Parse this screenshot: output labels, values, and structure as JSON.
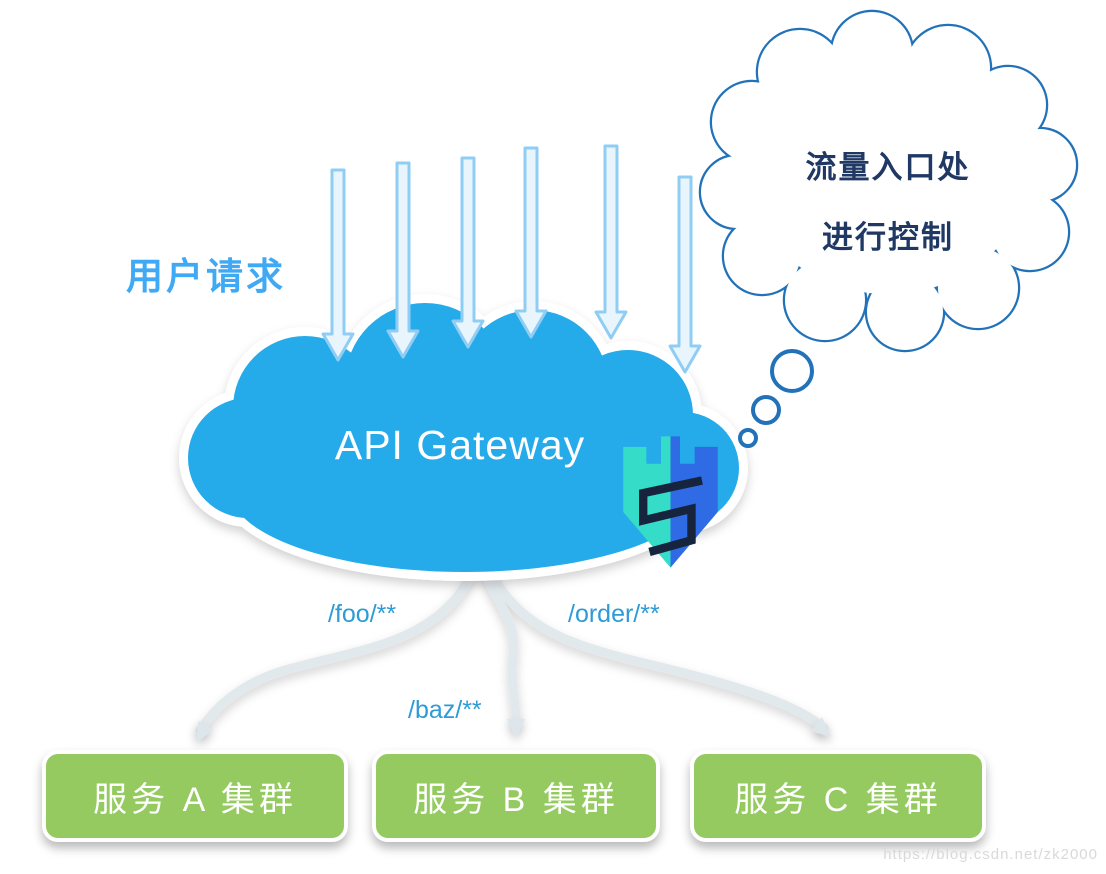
{
  "title": "API Gateway routing diagram",
  "labels": {
    "user_requests": "用户请求",
    "gateway": "API Gateway"
  },
  "thought_bubble": {
    "line1": "流量入口处",
    "line2": "进行控制"
  },
  "routes": [
    {
      "label": "/foo/**"
    },
    {
      "label": "/baz/**"
    },
    {
      "label": "/order/**"
    }
  ],
  "services": [
    {
      "label": "服务 A 集群"
    },
    {
      "label": "服务 B 集群"
    },
    {
      "label": "服务 C 集群"
    }
  ],
  "incoming_arrows_count": 6,
  "watermark": "https://blog.csdn.net/zk2000",
  "icons": {
    "gateway_logo": "spring-cloud-gateway-icon"
  },
  "colors": {
    "cloud_blue": "#25AAEA",
    "incoming_arrow_stroke": "#8FCDF4",
    "incoming_arrow_fill": "#E9F5FD",
    "user_requests_text": "#3FA9F5",
    "route_text": "#2E9BD6",
    "thought_outline": "#2272B9",
    "thought_text": "#1F3864",
    "service_green": "#94CA5F",
    "service_text": "#FFFFFF",
    "connector_gray": "#E2E9ED",
    "logo_teal": "#35DCC8",
    "logo_blue": "#2F6BE4",
    "logo_dark": "#16243E",
    "watermark_gray": "#D9D9D9"
  }
}
